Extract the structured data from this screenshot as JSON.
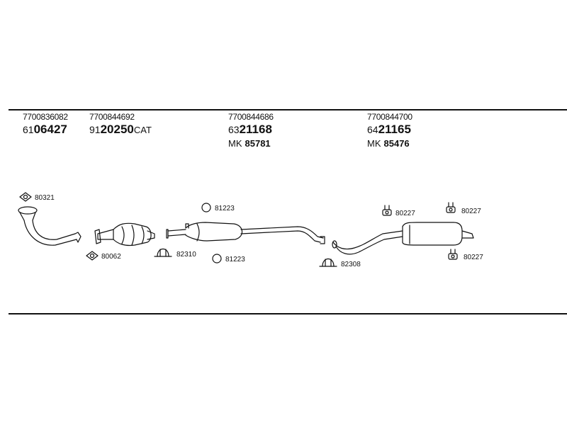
{
  "columns": [
    {
      "oem": "7700836082",
      "prefix": "61",
      "main": "06427",
      "suffix": ""
    },
    {
      "oem": "7700844692",
      "prefix": "91",
      "main": "20250",
      "suffix": "CAT"
    },
    {
      "oem": "7700844686",
      "prefix": "63",
      "main": "21168",
      "suffix": "",
      "mk_label": "MK",
      "mk_num": "85781"
    },
    {
      "oem": "7700844700",
      "prefix": "64",
      "main": "21165",
      "suffix": "",
      "mk_label": "MK",
      "mk_num": "85476"
    }
  ],
  "parts": [
    {
      "id": "gasket-front",
      "label": "80321"
    },
    {
      "id": "gasket-cat",
      "label": "80062"
    },
    {
      "id": "clamp-middle",
      "label": "82310"
    },
    {
      "id": "ring-upper",
      "label": "81223"
    },
    {
      "id": "ring-lower",
      "label": "81223"
    },
    {
      "id": "clamp-rear",
      "label": "82308"
    },
    {
      "id": "hanger-1",
      "label": "80227"
    },
    {
      "id": "hanger-2",
      "label": "80227"
    },
    {
      "id": "hanger-3",
      "label": "80227"
    }
  ]
}
